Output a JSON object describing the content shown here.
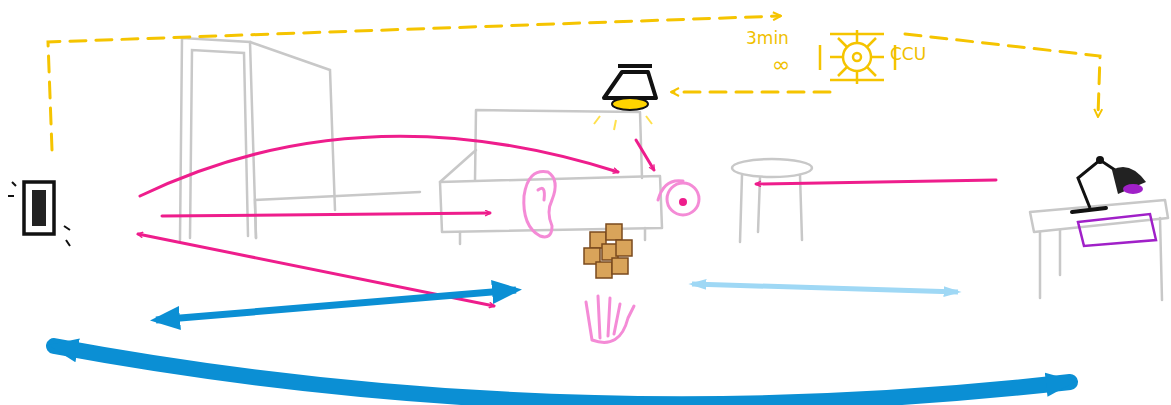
{
  "diagram": {
    "labels": [
      "3min",
      "∞",
      "CCU"
    ]
  }
}
